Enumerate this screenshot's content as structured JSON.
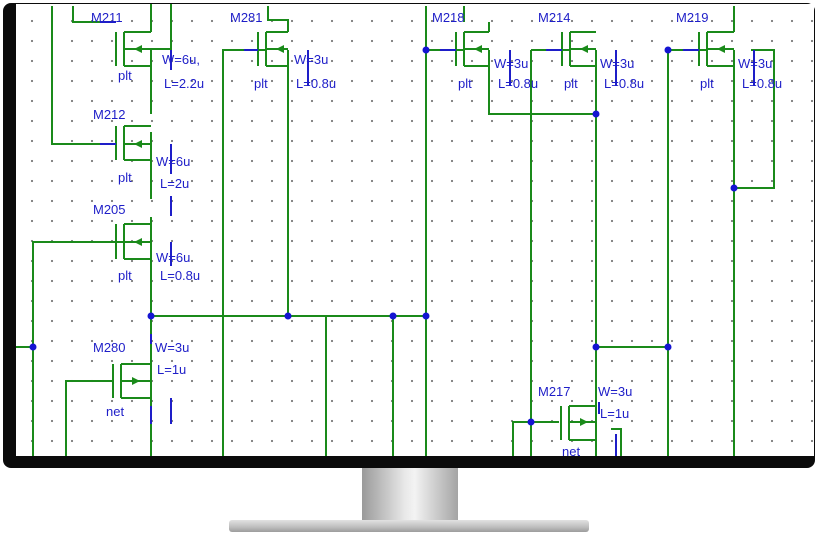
{
  "colors": {
    "wire": "#1a8a1a",
    "device": "#1a8a1a",
    "pin": "#1e1ec8",
    "label": "#1e1ec8",
    "dot": "#1414d2"
  },
  "transistors": [
    {
      "name": "M211",
      "w": "W=6u,",
      "l": "L=2.2u",
      "model": "plt"
    },
    {
      "name": "M281",
      "w": "W=3u",
      "l": "L=0.8u",
      "model": "plt"
    },
    {
      "name": "M218",
      "w": "W=3u",
      "l": "L=0.8u",
      "model": "plt"
    },
    {
      "name": "M214",
      "w": "W=3u",
      "l": "L=0.8u",
      "model": "plt"
    },
    {
      "name": "M219",
      "w": "W=3u",
      "l": "L=0.8u",
      "model": "plt"
    },
    {
      "name": "M212",
      "w": "W=6u",
      "l": "L=2u",
      "model": "plt"
    },
    {
      "name": "M205",
      "w": "W=6u",
      "l": "L=0.8u",
      "model": "plt"
    },
    {
      "name": "M280",
      "w": "W=3u",
      "l": "L=1u",
      "model": "net"
    },
    {
      "name": "M217",
      "w": "W=3u",
      "l": "L=1u",
      "model": "net"
    }
  ]
}
